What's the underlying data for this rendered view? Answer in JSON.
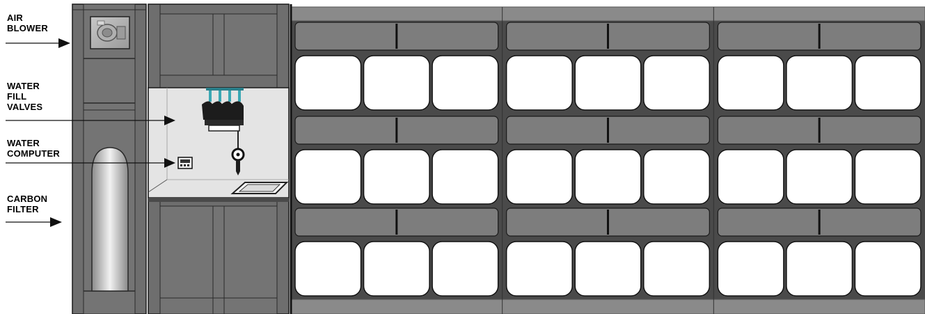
{
  "labels": {
    "air_blower": "AIR\nBLOWER",
    "water_fill_valves": "WATER\nFILL\nVALVES",
    "water_computer": "WATER\nCOMPUTER",
    "carbon_filter": "CARBON\nFILTER"
  },
  "layout_info": {
    "bay_count": 3,
    "tiers_per_bay": 3,
    "containers_per_tier": 3
  },
  "colors": {
    "background": "#ffffff",
    "cabinet": "#6e6e6e",
    "cabinet_dark": "#4a4a4a",
    "panel": "#7d7d7d",
    "container": "#ffffff",
    "alcove": "#e4e4e4",
    "valve_accent": "#3aa8b4",
    "outline": "#1a1a1a"
  }
}
